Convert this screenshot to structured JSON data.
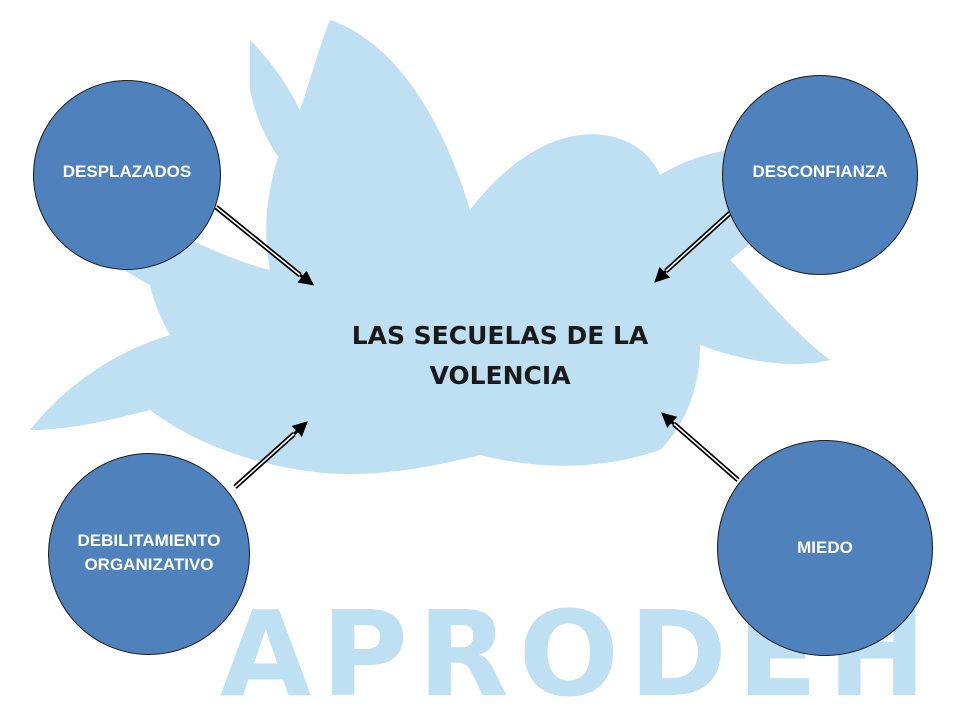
{
  "diagram": {
    "title": "LAS SECUELAS DE LA\nVOLENCIA",
    "nodes": [
      {
        "id": "desplazados",
        "label": "DESPLAZADOS"
      },
      {
        "id": "desconfianza",
        "label": "DESCONFIANZA"
      },
      {
        "id": "debilitamiento",
        "label": "DEBILITAMIENTO\nORGANIZATIVO"
      },
      {
        "id": "miedo",
        "label": "MIEDO"
      }
    ],
    "edges": [
      {
        "from": "desplazados",
        "to": "center"
      },
      {
        "from": "desconfianza",
        "to": "center"
      },
      {
        "from": "debilitamiento",
        "to": "center"
      },
      {
        "from": "miedo",
        "to": "center"
      }
    ]
  },
  "watermark": {
    "text": "APRODEH",
    "color": "#bfdff3",
    "icon": "dove-icon"
  },
  "colors": {
    "node_fill": "#4f81bd",
    "node_text": "#ffffff",
    "title_text": "#1a1a1a",
    "arrow": "#000000"
  }
}
